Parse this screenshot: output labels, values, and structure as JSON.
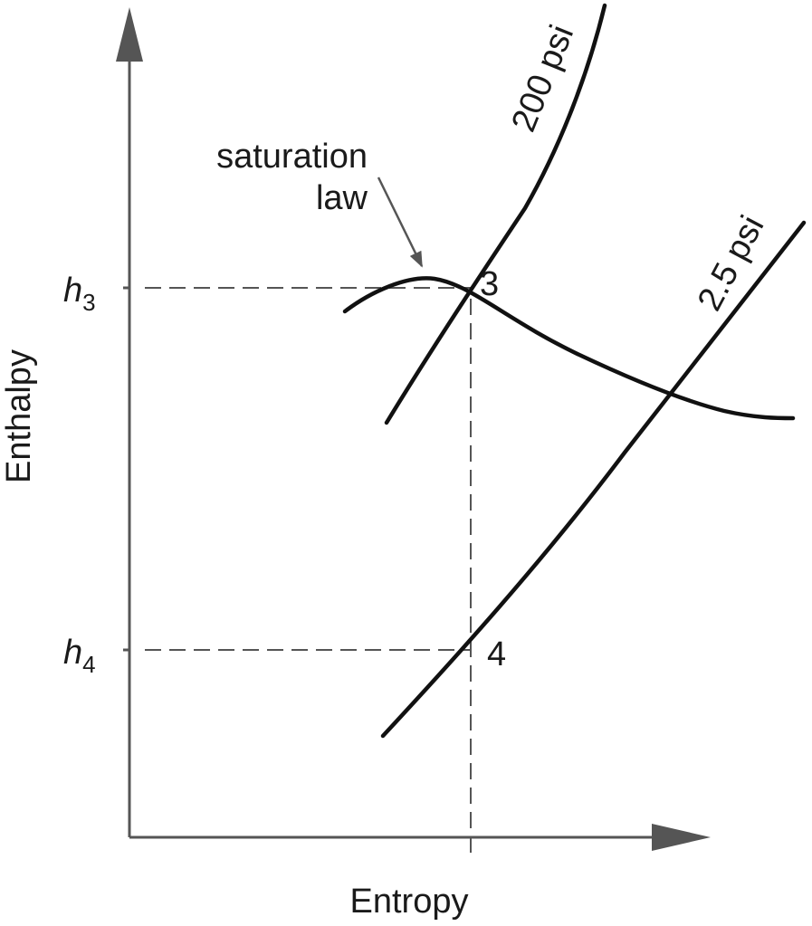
{
  "axes": {
    "x_label": "Entropy",
    "y_label": "Enthalpy"
  },
  "ticks": {
    "h3": {
      "base": "h",
      "sub": "3"
    },
    "h4": {
      "base": "h",
      "sub": "4"
    }
  },
  "points": {
    "p3": "3",
    "p4": "4"
  },
  "curves": {
    "isobar_high": "200 psi",
    "isobar_low": "2.5 psi"
  },
  "annotation": {
    "line1": "saturation",
    "line2": "law"
  },
  "colors": {
    "curve": "#111111",
    "axis": "#555555",
    "text": "#1a1a1a"
  }
}
